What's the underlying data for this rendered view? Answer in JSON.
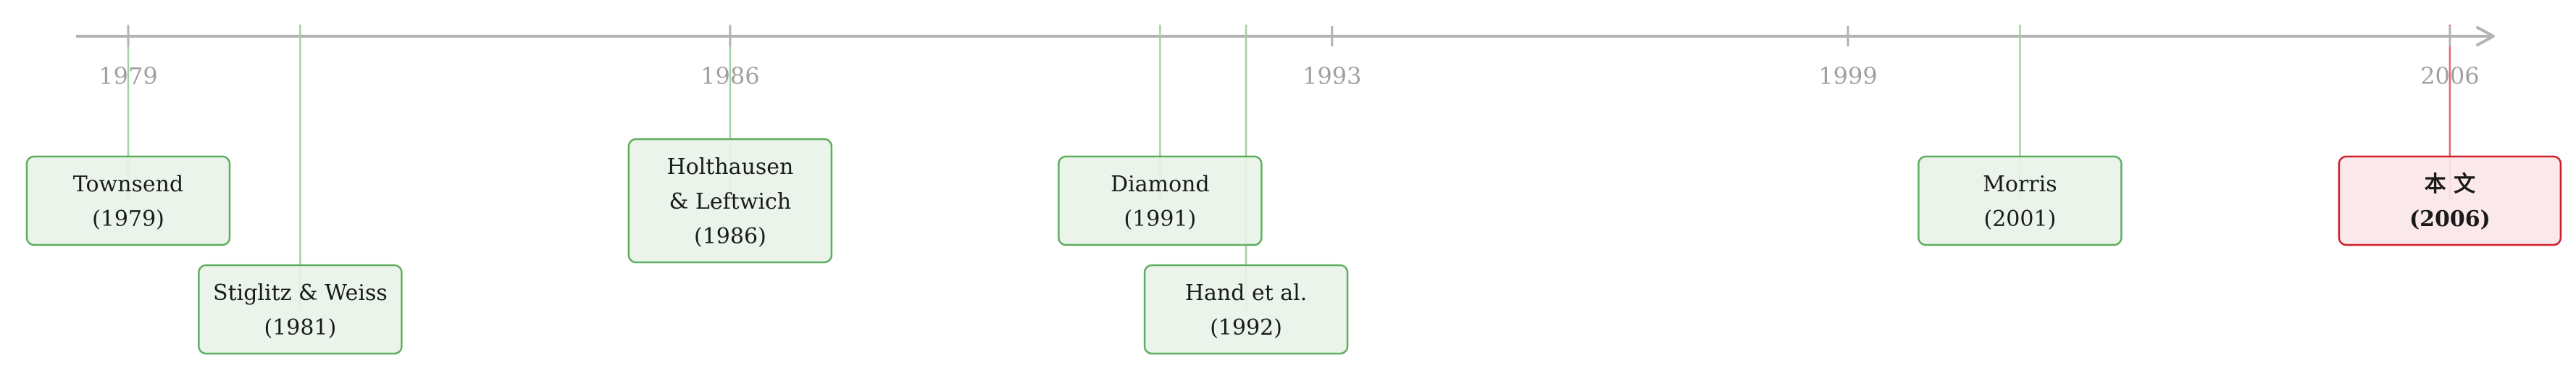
{
  "colors": {
    "axis": "#b3b3b3",
    "tick_label": "#a0a0a0",
    "prior_fill": "#e8f3e8",
    "prior_stroke": "#5fae5f",
    "prior_connector": "#a3d1a3",
    "current_fill": "#fbe6e8",
    "current_stroke": "#cc1f2b",
    "current_connector": "#e06870"
  },
  "ticks": [
    {
      "year": 1979,
      "label": "1979"
    },
    {
      "year": 1986,
      "label": "1986"
    },
    {
      "year": 1993,
      "label": "1993"
    },
    {
      "year": 1999,
      "label": "1999"
    },
    {
      "year": 2006,
      "label": "2006"
    }
  ],
  "events": [
    {
      "id": "townsend",
      "year": 1979,
      "row": 1,
      "lines": [
        "Townsend",
        "(1979)"
      ],
      "highlight": false
    },
    {
      "id": "stiglitz-weiss",
      "year": 1981,
      "row": 2,
      "lines": [
        "Stiglitz & Weiss",
        "(1981)"
      ],
      "highlight": false
    },
    {
      "id": "holthausen-leftwich",
      "year": 1986,
      "row": 1,
      "lines": [
        "Holthausen",
        "& Leftwich",
        "(1986)"
      ],
      "highlight": false
    },
    {
      "id": "diamond",
      "year": 1991,
      "row": 1,
      "lines": [
        "Diamond",
        "(1991)"
      ],
      "highlight": false
    },
    {
      "id": "hand-et-al",
      "year": 1992,
      "row": 2,
      "lines": [
        "Hand et al.",
        "(1992)"
      ],
      "highlight": false
    },
    {
      "id": "morris",
      "year": 2001,
      "row": 1,
      "lines": [
        "Morris",
        "(2001)"
      ],
      "highlight": false
    },
    {
      "id": "this-paper",
      "year": 2006,
      "row": 1,
      "lines": [
        "本 文",
        "(2006)"
      ],
      "highlight": true
    }
  ]
}
